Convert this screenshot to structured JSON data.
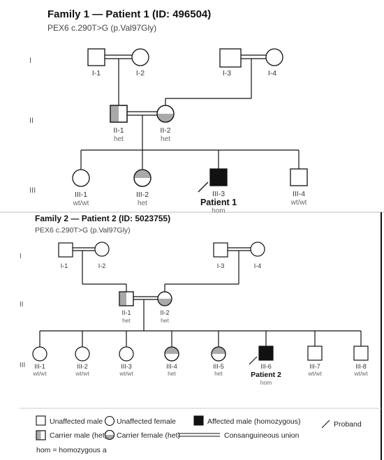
{
  "colors": {
    "carrier_fill": "#a9a9a9",
    "affected_fill": "#111111",
    "line": "#111111",
    "background": "#ffffff"
  },
  "family1": {
    "title": "Family 1 — Patient 1 (ID: 496504)",
    "variant": "PEX6 c.290T>G (p.Val97Gly)",
    "generations": [
      "I",
      "II",
      "III"
    ],
    "gen1": [
      {
        "id": "I-1",
        "sex": "male",
        "status": "unaffected"
      },
      {
        "id": "I-2",
        "sex": "female",
        "status": "unaffected"
      },
      {
        "id": "I-3",
        "sex": "male",
        "status": "unaffected"
      },
      {
        "id": "I-4",
        "sex": "female",
        "status": "unaffected"
      }
    ],
    "gen2": [
      {
        "id": "II-1",
        "sex": "male",
        "status": "carrier",
        "genotype": "het"
      },
      {
        "id": "II-2",
        "sex": "female",
        "status": "carrier",
        "genotype": "het"
      }
    ],
    "gen3": [
      {
        "id": "III-1",
        "sex": "female",
        "status": "unaffected",
        "genotype": "wt/wt"
      },
      {
        "id": "III-2",
        "sex": "female",
        "status": "carrier",
        "genotype": "het"
      },
      {
        "id": "III-3",
        "sex": "male",
        "status": "affected",
        "genotype": "hom",
        "proband": true,
        "proband_label": "Patient 1"
      },
      {
        "id": "III-4",
        "sex": "male",
        "status": "unaffected",
        "genotype": "wt/wt"
      }
    ]
  },
  "family2": {
    "title": "Family 2 — Patient 2 (ID: 5023755)",
    "variant": "PEX6 c.290T>G (p.Val97Gly)",
    "generations": [
      "I",
      "II",
      "III"
    ],
    "gen1": [
      {
        "id": "I-1",
        "sex": "male",
        "status": "unaffected"
      },
      {
        "id": "I-2",
        "sex": "female",
        "status": "unaffected"
      },
      {
        "id": "I-3",
        "sex": "male",
        "status": "unaffected"
      },
      {
        "id": "I-4",
        "sex": "female",
        "status": "unaffected"
      }
    ],
    "gen2": [
      {
        "id": "II-1",
        "sex": "male",
        "status": "carrier",
        "genotype": "het"
      },
      {
        "id": "II-2",
        "sex": "female",
        "status": "carrier",
        "genotype": "het"
      }
    ],
    "gen3": [
      {
        "id": "III-1",
        "sex": "female",
        "status": "unaffected",
        "genotype": "wt/wt"
      },
      {
        "id": "III-2",
        "sex": "female",
        "status": "unaffected",
        "genotype": "wt/wt"
      },
      {
        "id": "III-3",
        "sex": "female",
        "status": "unaffected",
        "genotype": "wt/wt"
      },
      {
        "id": "III-4",
        "sex": "female",
        "status": "carrier",
        "genotype": "het"
      },
      {
        "id": "III-5",
        "sex": "female",
        "status": "carrier",
        "genotype": "het"
      },
      {
        "id": "III-6",
        "sex": "male",
        "status": "affected",
        "genotype": "hom",
        "proband": true,
        "proband_label": "Patient 2"
      },
      {
        "id": "III-7",
        "sex": "male",
        "status": "unaffected",
        "genotype": "wt/wt"
      },
      {
        "id": "III-8",
        "sex": "male",
        "status": "unaffected",
        "genotype": "wt/wt"
      }
    ]
  },
  "legend": {
    "unaffected_male": "Unaffected male",
    "unaffected_female": "Unaffected female",
    "affected_male": "Affected male (homozygous)",
    "proband": "Proband",
    "carrier_male": "Carrier male (het)",
    "carrier_female": "Carrier female (het)",
    "consanguineous": "Consanguineous union",
    "footnote": "hom = homozygous a"
  }
}
